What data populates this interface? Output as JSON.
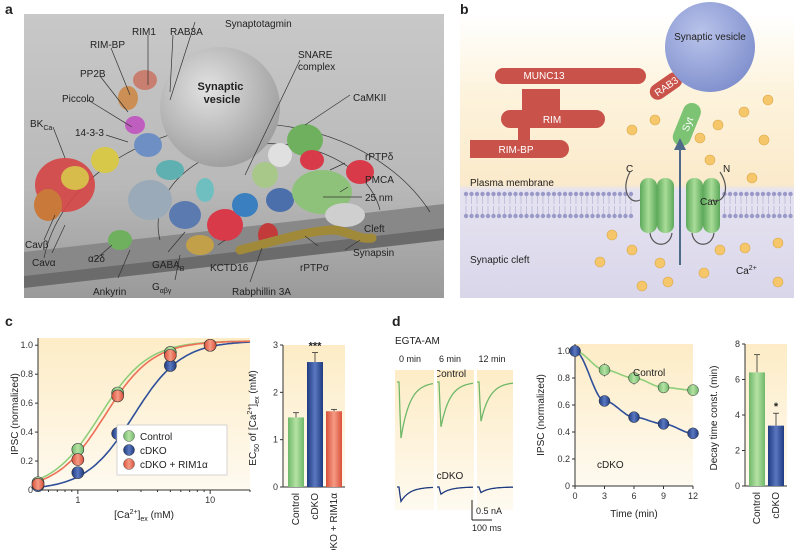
{
  "panel_a": {
    "letter": "a",
    "labels": {
      "rim1": "RIM1",
      "rab3a": "RAB3A",
      "synaptotagmin": "Synaptotagmin",
      "rimbp": "RIM-BP",
      "snare": "SNARE\ncomplex",
      "pp2b": "PP2B",
      "synvesicle": "Synaptic\nvesicle",
      "piccolo": "Piccolo",
      "camkii": "CaMKII",
      "bkca_main": "BK",
      "bkca_sub": "Ca",
      "fourteen": "14-3-3",
      "rptpd": "rPTPδ",
      "pmca": "PMCA",
      "nm25": "25 nm",
      "cleft": "Cleft",
      "cavb": "Cavβ",
      "cava": "Cavα",
      "a2d": "α2δ",
      "synapsin": "Synapsin",
      "gabab_main": "GABA",
      "gabab_sub": "B",
      "kctd16": "KCTD16",
      "rptps": "rPTPσ",
      "ankyrin": "Ankyrin",
      "gabg_main": "G",
      "gabg_sub": "αβγ",
      "rabphillin": "Rabphillin 3A"
    }
  },
  "panel_b": {
    "letter": "b",
    "labels": {
      "synaptic_vesicle": "Synaptic vesicle",
      "munc13": "MUNC13",
      "rab3": "RAB3",
      "rim": "RIM",
      "syt": "Syt",
      "rimbp": "RIM-BP",
      "c": "C",
      "n": "N",
      "plasma_membrane": "Plasma membrane",
      "cav": "Cav",
      "synaptic_cleft": "Synaptic cleft",
      "ca": "Ca",
      "ca_sup": "2+"
    },
    "colors": {
      "scaffold": "#c9534a",
      "vesicle": "#8f9fd6",
      "channel": "#7cc374",
      "syt": "#7cc374",
      "calcium": "#f6c66a"
    }
  },
  "panel_c": {
    "letter": "c",
    "legend": [
      "Control",
      "cDKO",
      "cDKO + RIM1α"
    ],
    "colors": {
      "control": "#8fce7a",
      "cdko": "#2f4f9a",
      "rim": "#ec6f57"
    },
    "curve": {
      "ylabel": "IPSC (normalized)",
      "xlabel_main": "[Ca",
      "xlabel_sup": "2+",
      "xlabel_rest": "]",
      "xlabel_sub": "ex",
      "xlabel_unit": " (mM)",
      "yticks": [
        "0",
        "0.2",
        "0.4",
        "0.6",
        "0.8",
        "1.0"
      ],
      "xticks": [
        "1",
        "10"
      ]
    },
    "bars": {
      "ylabel_main": "EC",
      "ylabel_sub1": "50",
      "ylabel_mid": " of [Ca",
      "ylabel_sup": "2+",
      "ylabel_rest": "]",
      "ylabel_sub2": "ex",
      "ylabel_unit": " (mM)",
      "yticks": [
        "0",
        "1",
        "2",
        "3"
      ],
      "xlabels": [
        "Control",
        "cDKO",
        "cDKO + RIM1α"
      ],
      "sig": "***"
    }
  },
  "panel_d": {
    "letter": "d",
    "traces": {
      "title": "EGTA-AM",
      "times": [
        "0 min",
        "6 min",
        "12 min"
      ],
      "control": "Control",
      "cdko": "cDKO",
      "scale_amp": "0.5 nA",
      "scale_time": "100 ms"
    },
    "timecourse": {
      "ylabel": "IPSC (normalized)",
      "xlabel": "Time (min)",
      "yticks": [
        "0",
        "0.2",
        "0.4",
        "0.6",
        "0.8",
        "1.0"
      ],
      "xticks": [
        "0",
        "3",
        "6",
        "9",
        "12"
      ],
      "control": "Control",
      "cdko": "cDKO"
    },
    "decay": {
      "ylabel": "Decay time const. (min)",
      "yticks": [
        "0",
        "2",
        "4",
        "6",
        "8"
      ],
      "xlabels": [
        "Control",
        "cDKO"
      ],
      "sig": "*"
    }
  },
  "chart_data": [
    {
      "type": "line",
      "xlabel": "[Ca2+]ex (mM)",
      "ylabel": "IPSC (normalized)",
      "xscale": "log",
      "xlim": [
        0.5,
        20
      ],
      "ylim": [
        0,
        1.05
      ],
      "x": [
        0.5,
        1,
        2,
        5,
        10
      ],
      "series": [
        {
          "name": "Control",
          "values": [
            0.05,
            0.28,
            0.67,
            0.95,
            1.0
          ]
        },
        {
          "name": "cDKO",
          "values": [
            0.03,
            0.12,
            0.39,
            0.86,
            1.0
          ]
        },
        {
          "name": "cDKO + RIM1α",
          "values": [
            0.04,
            0.21,
            0.65,
            0.93,
            1.0
          ]
        }
      ],
      "fits": [
        {
          "name": "Control",
          "ec50": 1.47,
          "hill": 2.4
        },
        {
          "name": "cDKO",
          "ec50": 2.64,
          "hill": 2.4
        },
        {
          "name": "cDKO + RIM1α",
          "ec50": 1.6,
          "hill": 2.4
        }
      ]
    },
    {
      "type": "bar",
      "ylabel": "EC50 of [Ca2+]ex (mM)",
      "ylim": [
        0,
        3
      ],
      "categories": [
        "Control",
        "cDKO",
        "cDKO + RIM1α"
      ],
      "values": [
        1.47,
        2.64,
        1.6
      ],
      "errors": [
        0.1,
        0.2,
        0.04
      ],
      "annotations": [
        "",
        "***",
        ""
      ]
    },
    {
      "type": "line",
      "xlabel": "Time (min)",
      "ylabel": "IPSC (normalized)",
      "xlim": [
        0,
        12
      ],
      "ylim": [
        0,
        1.0
      ],
      "x": [
        0,
        3,
        6,
        9,
        12
      ],
      "series": [
        {
          "name": "Control",
          "values": [
            1.0,
            0.86,
            0.8,
            0.73,
            0.71
          ],
          "errors": [
            0,
            0.05,
            0.05,
            0.04,
            0.03
          ]
        },
        {
          "name": "cDKO",
          "values": [
            1.0,
            0.63,
            0.51,
            0.46,
            0.39
          ],
          "errors": [
            0,
            0.04,
            0.04,
            0.04,
            0.02
          ]
        }
      ]
    },
    {
      "type": "bar",
      "ylabel": "Decay time const. (min)",
      "ylim": [
        0,
        8
      ],
      "categories": [
        "Control",
        "cDKO"
      ],
      "values": [
        6.4,
        3.4
      ],
      "errors": [
        1.0,
        0.7
      ],
      "annotations": [
        "",
        "*"
      ]
    }
  ]
}
